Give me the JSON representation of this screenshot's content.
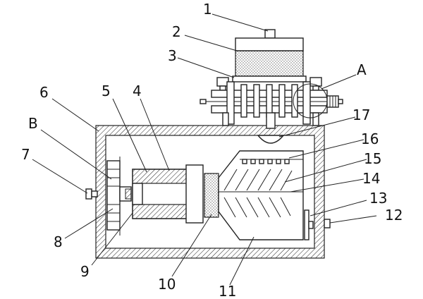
{
  "callouts": [
    {
      "id": "c1",
      "text": "1"
    },
    {
      "id": "c2",
      "text": "2"
    },
    {
      "id": "c3",
      "text": "3"
    },
    {
      "id": "cA",
      "text": "A"
    },
    {
      "id": "c4",
      "text": "4"
    },
    {
      "id": "c5",
      "text": "5"
    },
    {
      "id": "c6",
      "text": "6"
    },
    {
      "id": "cB",
      "text": "B"
    },
    {
      "id": "c7",
      "text": "7"
    },
    {
      "id": "c8",
      "text": "8"
    },
    {
      "id": "c9",
      "text": "9"
    },
    {
      "id": "c10",
      "text": "10"
    },
    {
      "id": "c11",
      "text": "11"
    },
    {
      "id": "c12",
      "text": "12"
    },
    {
      "id": "c13",
      "text": "13"
    },
    {
      "id": "c14",
      "text": "14"
    },
    {
      "id": "c15",
      "text": "15"
    },
    {
      "id": "c16",
      "text": "16"
    },
    {
      "id": "c17",
      "text": "17"
    }
  ]
}
